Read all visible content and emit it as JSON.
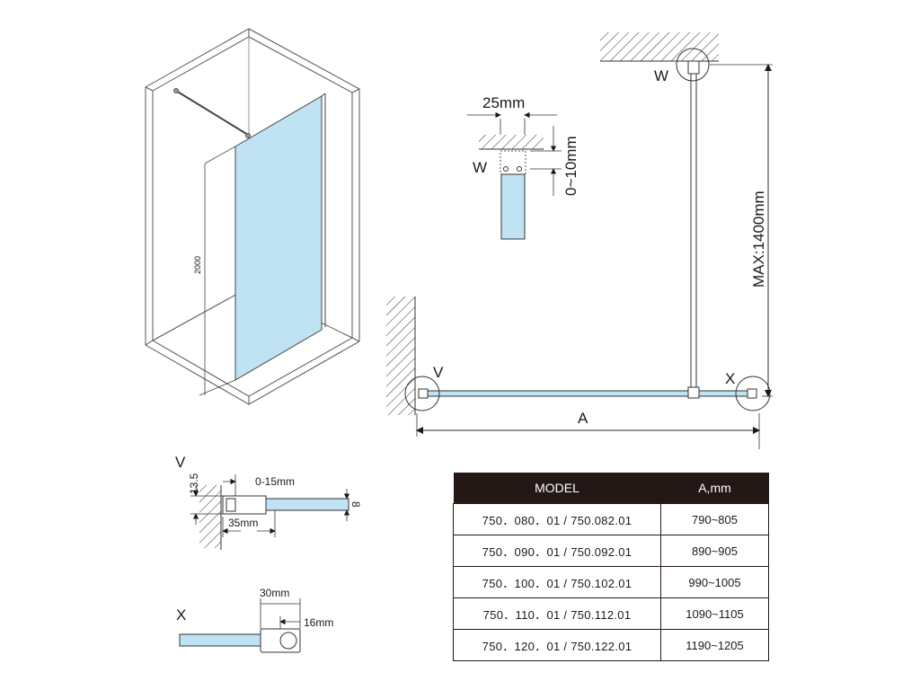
{
  "iso_view": {
    "height_label": "2000"
  },
  "plan_view": {
    "dim_a": "A",
    "dim_height": "MAX:1400mm",
    "detail_v": "V",
    "detail_w": "W",
    "detail_x": "X"
  },
  "detail_w": {
    "label": "W",
    "width": "25mm",
    "gap": "0~10mm"
  },
  "detail_v": {
    "label": "V",
    "thickness": "13.5",
    "gap": "0-15mm",
    "depth": "35mm",
    "glass": "8"
  },
  "detail_x": {
    "label": "X",
    "width": "30mm",
    "offset": "16mm"
  },
  "spec_table": {
    "headers": [
      "MODEL",
      "A,mm"
    ],
    "rows": [
      [
        "750．080．01 / 750.082.01",
        "790~805"
      ],
      [
        "750．090．01 / 750.092.01",
        "890~905"
      ],
      [
        "750．100．01 / 750.102.01",
        "990~1005"
      ],
      [
        "750．110．01 / 750.112.01",
        "1090~1105"
      ],
      [
        "750．120．01 / 750.122.01",
        "1190~1205"
      ]
    ]
  },
  "colors": {
    "glass": "#bfe3f3",
    "ink": "#231815",
    "wall": "#5a5a5a"
  }
}
